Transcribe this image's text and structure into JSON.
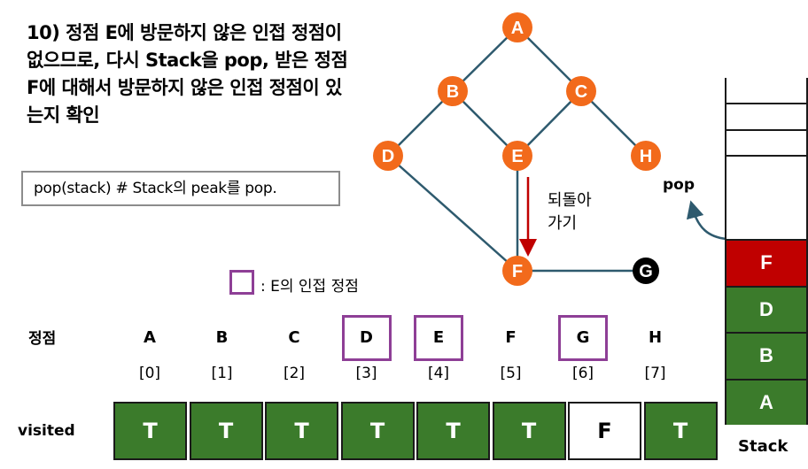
{
  "title": "10) 정점 E에 방문하지 않은 인접 정점이 없으므로, 다시 Stack을 pop, 받은 정점 F에 대해서 방문하지 않은 인접 정점이 있는지 확인",
  "code": "pop(stack) # Stack의 peak를 pop.",
  "graph": {
    "nodes": [
      {
        "id": "A",
        "color": "#f26a1b"
      },
      {
        "id": "B",
        "color": "#f26a1b"
      },
      {
        "id": "C",
        "color": "#f26a1b"
      },
      {
        "id": "D",
        "color": "#f26a1b"
      },
      {
        "id": "E",
        "color": "#f26a1b"
      },
      {
        "id": "H",
        "color": "#f26a1b"
      },
      {
        "id": "F",
        "color": "#f26a1b"
      },
      {
        "id": "G",
        "color": "#000000"
      }
    ],
    "edges": [
      [
        "A",
        "B"
      ],
      [
        "A",
        "C"
      ],
      [
        "B",
        "D"
      ],
      [
        "B",
        "E"
      ],
      [
        "C",
        "E"
      ],
      [
        "C",
        "H"
      ],
      [
        "D",
        "F"
      ],
      [
        "E",
        "F"
      ],
      [
        "F",
        "G"
      ]
    ],
    "edge_color": "#2e5a6e",
    "backtrack_color": "#c00000"
  },
  "backtrack_label": "되돌아 가기",
  "legend": ": E의 인접 정점",
  "vertex_row_label": "정점",
  "vertices": [
    {
      "name": "A",
      "index": "[0]",
      "highlight": false
    },
    {
      "name": "B",
      "index": "[1]",
      "highlight": false
    },
    {
      "name": "C",
      "index": "[2]",
      "highlight": false
    },
    {
      "name": "D",
      "index": "[3]",
      "highlight": true
    },
    {
      "name": "E",
      "index": "[4]",
      "highlight": true
    },
    {
      "name": "F",
      "index": "[5]",
      "highlight": false
    },
    {
      "name": "G",
      "index": "[6]",
      "highlight": true
    },
    {
      "name": "H",
      "index": "[7]",
      "highlight": false
    }
  ],
  "visited_label": "visited",
  "visited": [
    "T",
    "T",
    "T",
    "T",
    "T",
    "T",
    "F",
    "T"
  ],
  "stack": {
    "caption": "Stack",
    "pop_label": "pop",
    "items_bottom_to_top": [
      {
        "label": "A",
        "color": "#3b7b2b"
      },
      {
        "label": "B",
        "color": "#3b7b2b"
      },
      {
        "label": "D",
        "color": "#3b7b2b"
      },
      {
        "label": "F",
        "color": "#c00000"
      }
    ],
    "arrow_color": "#2e5a6e"
  },
  "highlight_color": "#8e3f96"
}
